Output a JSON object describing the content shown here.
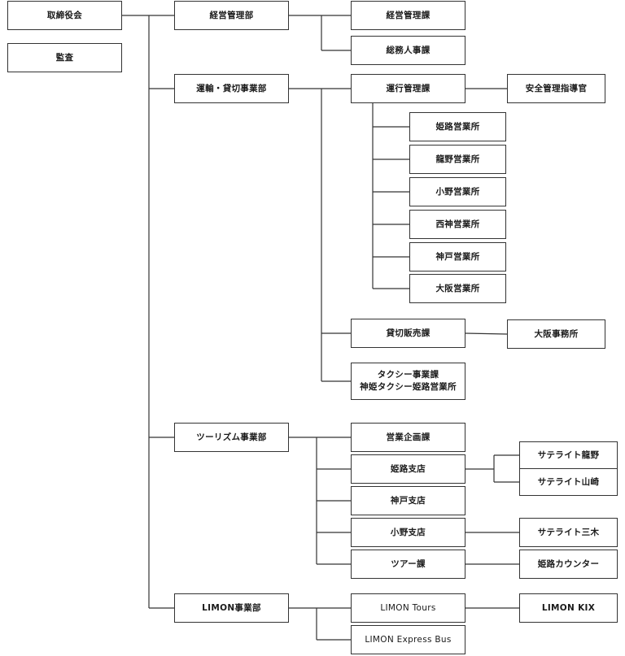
{
  "nodes": {
    "board": "取締役会",
    "audit": "監査",
    "keiei": "経営管理部",
    "keiei_ka": "経営管理課",
    "soumu": "総務人事課",
    "unyu": "運輸・貸切事業部",
    "unko": "運行管理課",
    "anzen": "安全管理指導官",
    "himeji_eigyosho": "姫路営業所",
    "tatsuno_eigyosho": "龍野営業所",
    "ono_eigyosho": "小野営業所",
    "seishin_eigyosho": "西神営業所",
    "kobe_eigyosho": "神戸営業所",
    "osaka_eigyosho": "大阪営業所",
    "kashikiri": "貸切販売課",
    "osaka_office": "大阪事務所",
    "taxi_line1": "タクシー事業課",
    "taxi_line2": "神姫タクシー姫路営業所",
    "tourism": "ツーリズム事業部",
    "eigyo_kikaku": "営業企画課",
    "himeji_branch": "姫路支店",
    "satellite_tatsuno": "サテライト龍野",
    "satellite_yamasaki": "サテライト山崎",
    "kobe_branch": "神戸支店",
    "ono_branch": "小野支店",
    "satellite_miki": "サテライト三木",
    "tour_ka": "ツアー課",
    "himeji_counter": "姫路カウンター",
    "limon": "LIMON事業部",
    "limon_tours": "LIMON Tours",
    "limon_kix": "LIMON KIX",
    "limon_express_bus": "LIMON Express Bus"
  },
  "colors": {
    "line": "#333333",
    "border": "#333333",
    "text": "#1a1a1a"
  }
}
